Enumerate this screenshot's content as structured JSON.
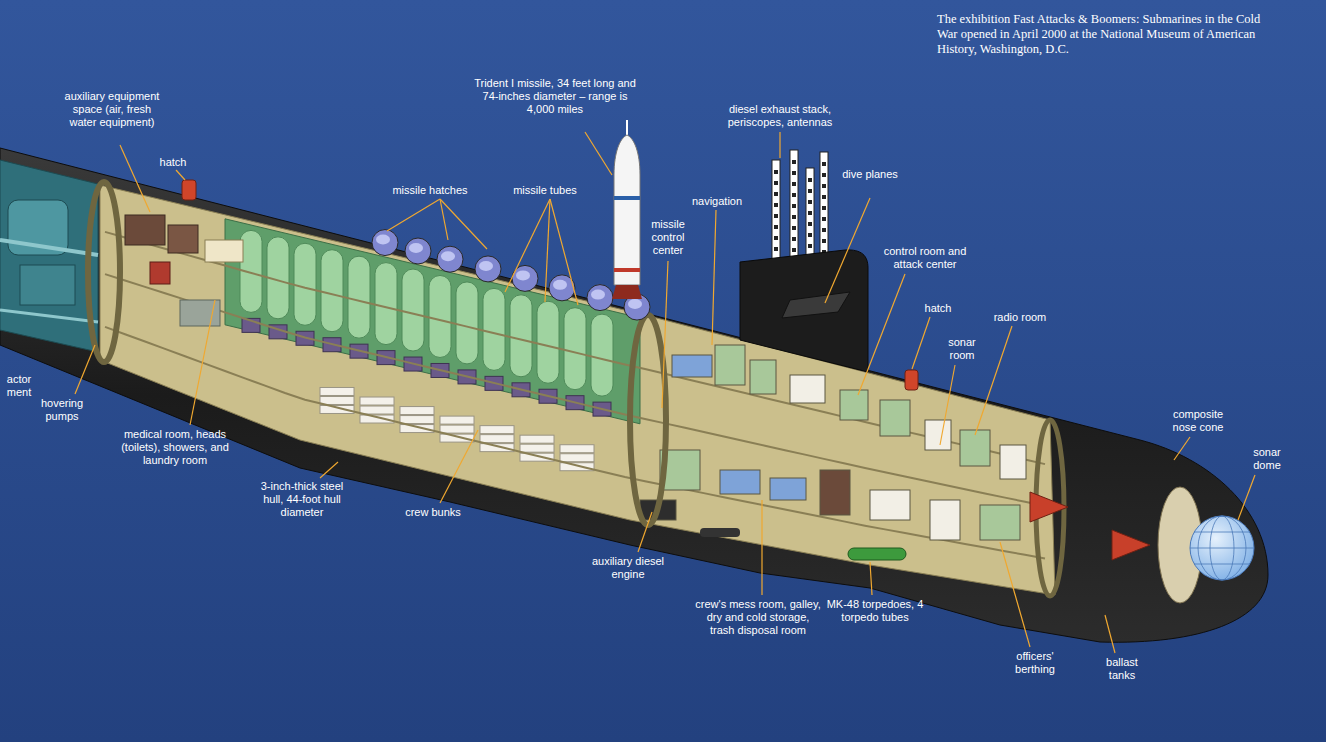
{
  "diagram": {
    "caption": "The exhibition Fast Attacks & Boomers: Submarines in the Cold War opened in April 2000 at the National Museum of American History, Washington, D.C.",
    "labels": [
      "auxiliary equipment space (air, fresh water equipment)",
      "hatch",
      "Trident I missile, 34 feet long and 74-inches diameter – range is 4,000 miles",
      "diesel exhaust stack, periscopes, antennas",
      "missile hatches",
      "missile tubes",
      "dive planes",
      "missile control center",
      "navigation",
      "control room and attack center",
      "hatch",
      "radio room",
      "sonar room",
      "composite nose cone",
      "sonar dome",
      "actor ment",
      "hovering pumps",
      "medical room, heads (toilets), showers, and laundry room",
      "3-inch-thick steel hull, 44-foot hull diameter",
      "crew bunks",
      "auxiliary diesel engine",
      "crew's mess room, galley, dry and cold storage, trash disposal room",
      "MK-48 torpedoes, 4 torpedo tubes",
      "officers' berthing",
      "ballast tanks"
    ]
  }
}
